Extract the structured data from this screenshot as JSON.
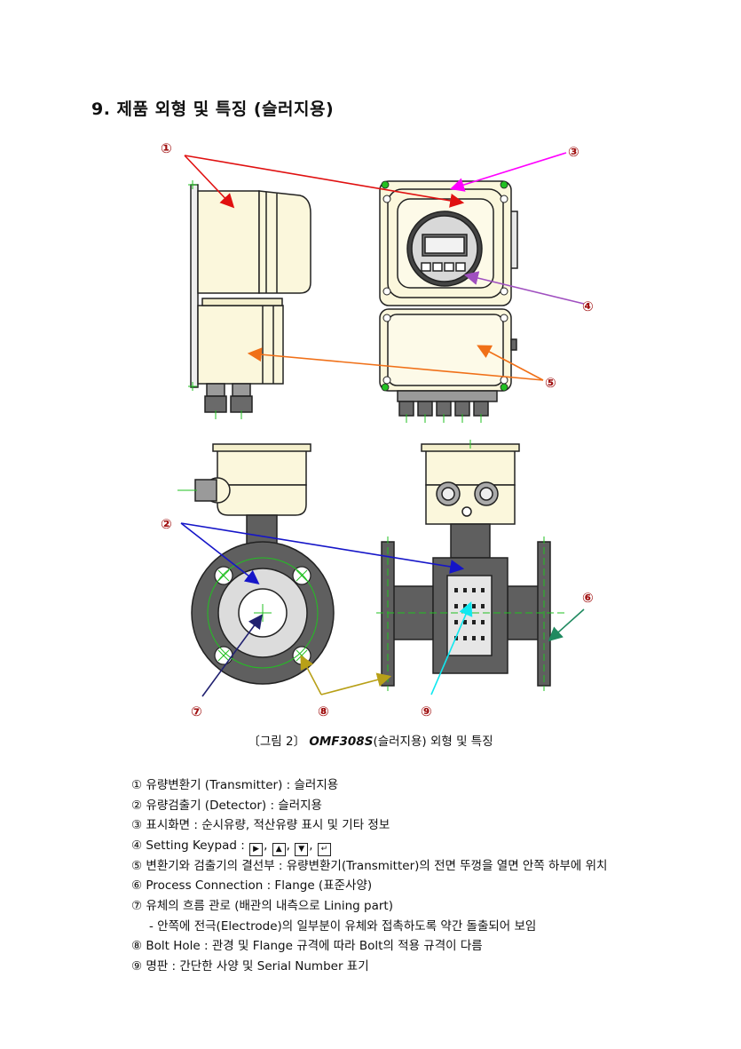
{
  "section_title": "9. 제품 외형 및 특징 (슬러지용)",
  "callouts": [
    "①",
    "②",
    "③",
    "④",
    "⑤",
    "⑥",
    "⑦",
    "⑧",
    "⑨"
  ],
  "caption": {
    "prefix": "〔그림 2〕",
    "model": "OMF308S",
    "suffix": "(슬러지용) 외형 및 특징"
  },
  "keypad_icons": [
    "right-arrow-icon",
    "up-triangle-icon",
    "down-triangle-icon",
    "enter-icon"
  ],
  "legend": [
    {
      "num": "①",
      "text": "유량변환기 (Transmitter) : 슬러지용"
    },
    {
      "num": "②",
      "text": "유량검출기 (Detector) : 슬러지용"
    },
    {
      "num": "③",
      "text": "표시화면 : 순시유량, 적산유량 표시 및 기타 정보"
    },
    {
      "num": "④",
      "text": "Setting Keypad :"
    },
    {
      "num": "⑤",
      "text": "변환기와 검출기의 결선부 : 유량변환기(Transmitter)의 전면 뚜껑을 열면 안쪽 하부에 위치"
    },
    {
      "num": "⑥",
      "text": "Process Connection : Flange (표준사양)"
    },
    {
      "num": "⑦",
      "text": "유체의 흐름 관로 (배관의 내측으로 Lining part)"
    },
    {
      "num": "",
      "text": "- 안쪽에 전극(Electrode)의 일부분이 유체와 접촉하도록 약간 돌출되어 보임"
    },
    {
      "num": "⑧",
      "text": "Bolt Hole : 관경 및 Flange 규격에 따라 Bolt의 적용 규격이 다름"
    },
    {
      "num": "⑨",
      "text": "명판 : 간단한 사양 및 Serial Number 표기"
    }
  ],
  "colors": {
    "callout": "#a01010",
    "housing": "#fbf7dc",
    "pipe": "#5f5f5f",
    "arrow1": "#e01010",
    "arrow2": "#1515c8",
    "arrow3": "#ff00ff",
    "arrow4": "#a050c0",
    "arrow5": "#f07018",
    "arrow6": "#208a60",
    "arrow7": "#202070",
    "arrow8": "#b8a018",
    "arrow9": "#10e8f0"
  }
}
